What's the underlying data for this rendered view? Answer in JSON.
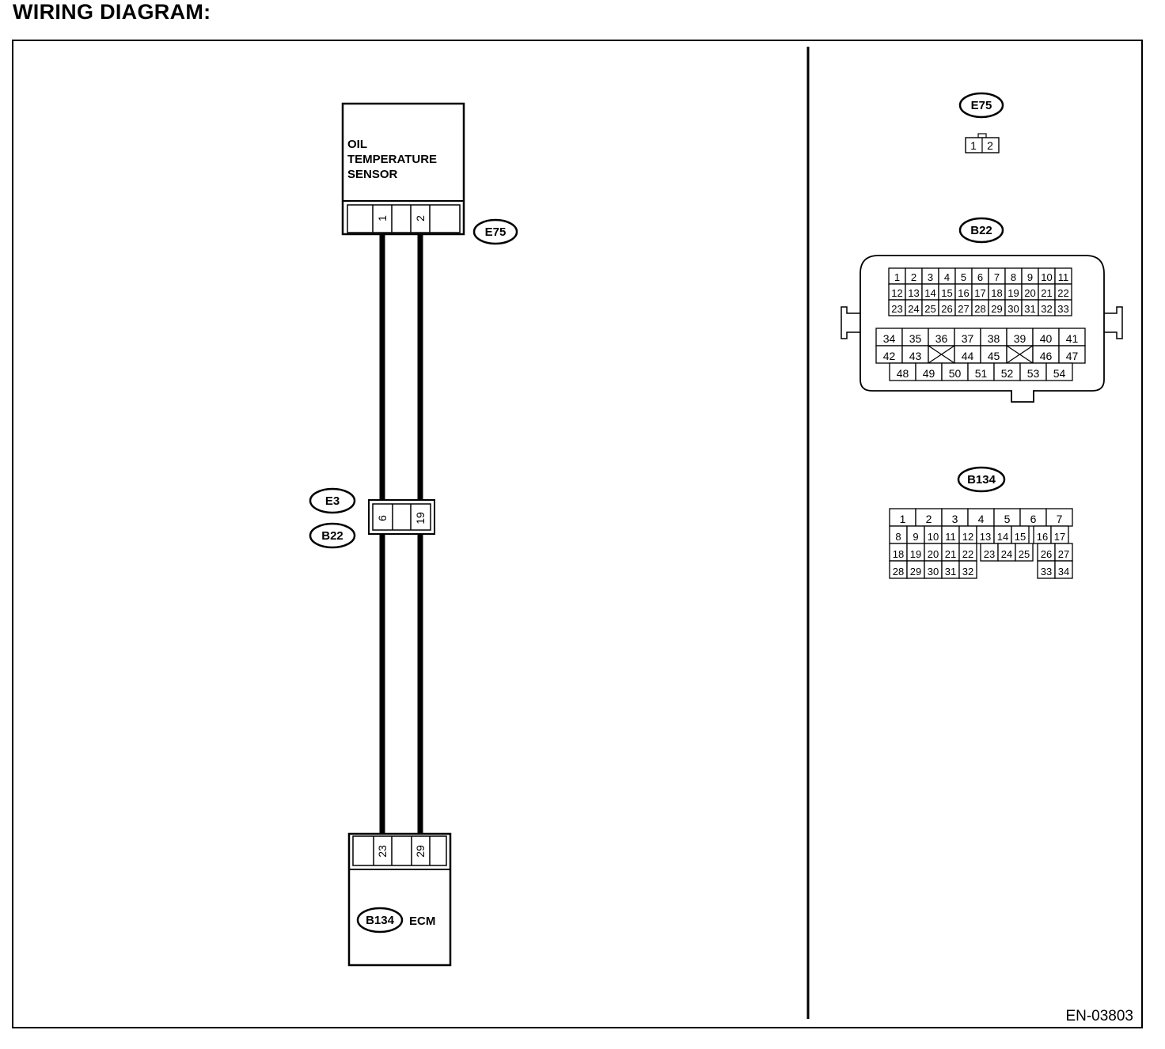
{
  "page": {
    "heading": "WIRING DIAGRAM:",
    "figure_id": "EN-03803"
  },
  "sensor": {
    "line1": "OIL",
    "line2": "TEMPERATURE",
    "line3": "SENSOR",
    "connector_id": "E75",
    "pins": [
      "1",
      "2"
    ]
  },
  "joint": {
    "connector_a": "E3",
    "connector_b": "B22",
    "pins": [
      "6",
      "19"
    ]
  },
  "ecm": {
    "label": "ECM",
    "connector_id": "B134",
    "pins": [
      "23",
      "29"
    ]
  },
  "views": {
    "e75": {
      "id": "E75",
      "pins": [
        "1",
        "2"
      ]
    },
    "b22": {
      "id": "B22",
      "row1": [
        "1",
        "2",
        "3",
        "4",
        "5",
        "6",
        "7",
        "8",
        "9",
        "10",
        "11"
      ],
      "row2": [
        "12",
        "13",
        "14",
        "15",
        "16",
        "17",
        "18",
        "19",
        "20",
        "21",
        "22"
      ],
      "row3": [
        "23",
        "24",
        "25",
        "26",
        "27",
        "28",
        "29",
        "30",
        "31",
        "32",
        "33"
      ],
      "row4": [
        "34",
        "35",
        "36",
        "37",
        "38",
        "39",
        "40",
        "41"
      ],
      "row5": [
        "42",
        "43",
        "",
        "44",
        "45",
        "",
        "46",
        "47"
      ],
      "row6": [
        "48",
        "49",
        "50",
        "51",
        "52",
        "53",
        "54"
      ]
    },
    "b134": {
      "id": "B134",
      "row1": [
        "1",
        "2",
        "3",
        "4",
        "5",
        "6",
        "7"
      ],
      "row2": [
        "8",
        "9",
        "10",
        "11",
        "12",
        "13",
        "14",
        "15",
        "16",
        "17"
      ],
      "row3": [
        "18",
        "19",
        "20",
        "21",
        "22",
        "23",
        "24",
        "25",
        "26",
        "27"
      ],
      "row4": [
        "28",
        "29",
        "30",
        "31",
        "32",
        "33",
        "34"
      ]
    }
  }
}
